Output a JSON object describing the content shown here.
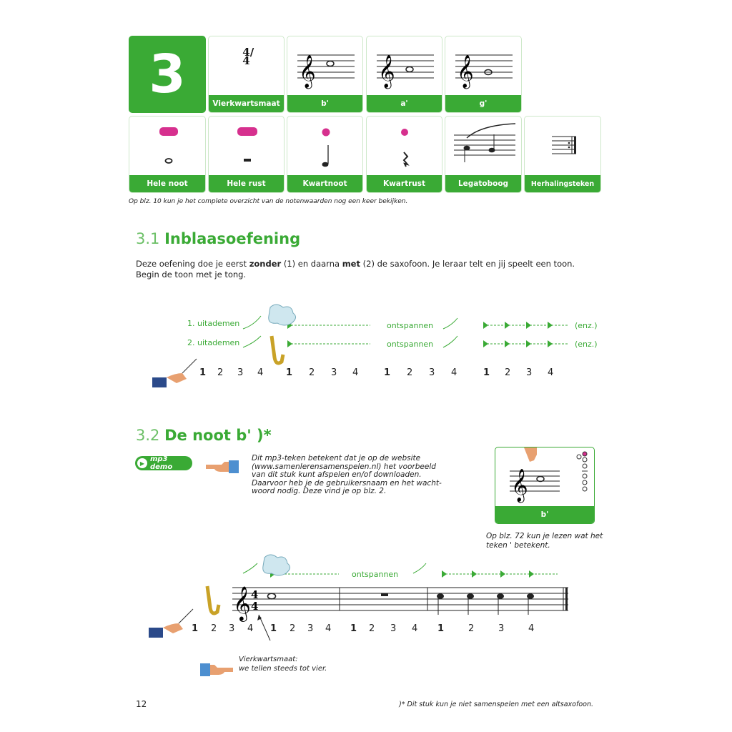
{
  "chapter": "3",
  "tiles_row1": [
    "Vierkwartsmaat",
    "b'",
    "a'",
    "g'"
  ],
  "tiles_row2": [
    "Hele noot",
    "Hele rust",
    "Kwartnoot",
    "Kwartrust",
    "Legatoboog",
    "Herhalingsteken"
  ],
  "time_signature": "4/4",
  "caption_top": "Op blz. 10 kun je het complete overzicht van de notenwaarden nog een keer bekijken.",
  "section1": {
    "number": "3.1",
    "title": "Inblaasoefening",
    "intro_1": "Deze oefening doe je eerst ",
    "zonder": "zonder",
    "intro_2": " (1) en daarna ",
    "met": "met",
    "intro_3": " (2) de saxofoon. Je leraar telt en jij speelt een toon.",
    "intro_line2": "Begin de toon met je tong.",
    "row1_label": "1. uitademen",
    "row2_label": "2. uitademen",
    "relax": "ontspannen",
    "etc": "(enz.)",
    "counts": [
      "1",
      "2",
      "3",
      "4",
      "1",
      "2",
      "3",
      "4",
      "1",
      "2",
      "3",
      "4",
      "1",
      "2",
      "3",
      "4"
    ]
  },
  "section2": {
    "number": "3.2",
    "title": "De noot b' )*",
    "mp3_label": "mp3 demo",
    "mp3_text": [
      "Dit mp3-teken betekent dat je op de website",
      "(www.samenlerensamenspelen.nl) het voorbeeld",
      "van dit stuk kunt afspelen en/of downloaden.",
      "Daarvoor heb je de gebruikersnaam en het wacht-",
      "woord nodig. Deze vind je op blz. 2."
    ],
    "note_card_label": "b'",
    "note_card_caption": [
      "Op blz. 72 kun je lezen wat het",
      "teken ' betekent."
    ],
    "relax": "ontspannen",
    "counts": [
      "1",
      "2",
      "3",
      "4",
      "1",
      "2",
      "3",
      "4",
      "1",
      "2",
      "3",
      "4",
      "1",
      "2",
      "3",
      "4"
    ],
    "time_note": [
      "Vierkwartsmaat:",
      "we tellen steeds tot vier."
    ]
  },
  "footer": {
    "page_number": "12",
    "footnote": ")* Dit stuk kun je niet samenspelen met een altsaxofoon."
  },
  "colors": {
    "green": "#3aaa35",
    "pink": "#d6308e"
  }
}
